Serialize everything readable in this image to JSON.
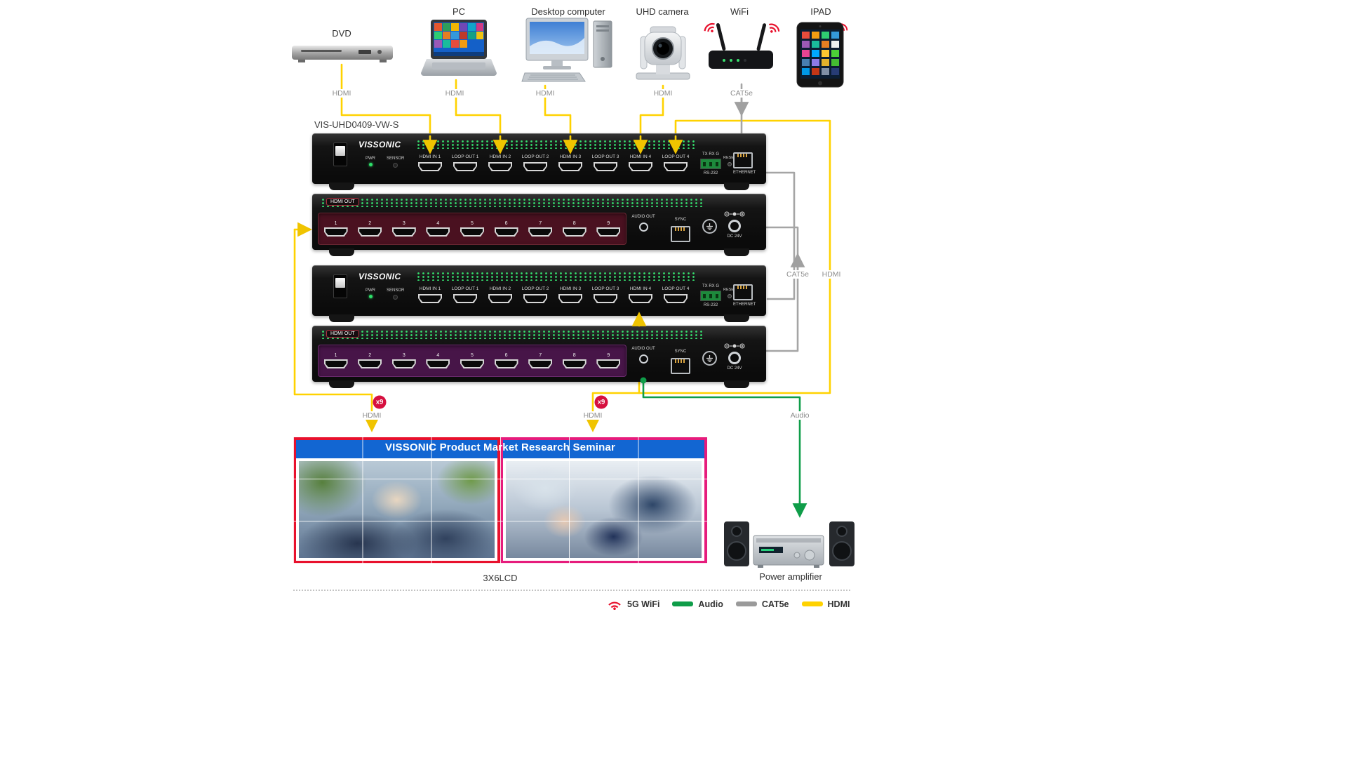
{
  "model_label": "VIS-UHD0409-VW-S",
  "sources": [
    {
      "name": "DVD",
      "cable": "HDMI"
    },
    {
      "name": "PC",
      "cable": "HDMI"
    },
    {
      "name": "Desktop computer",
      "cable": "HDMI"
    },
    {
      "name": "UHD camera",
      "cable": "HDMI"
    },
    {
      "name": "WiFi",
      "cable": "CAT5e"
    },
    {
      "name": "IPAD",
      "cable": ""
    }
  ],
  "front_panel": {
    "brand": "VISSONIC",
    "pwr": "PWR",
    "sensor": "SENSOR",
    "ports": [
      "HDMI IN 1",
      "LOOP OUT 1",
      "HDMI IN 2",
      "LOOP OUT 2",
      "HDMI IN 3",
      "LOOP OUT 3",
      "HDMI IN 4",
      "LOOP OUT 4"
    ],
    "serial_pins": "TX RX G",
    "serial": "RS-232",
    "reset": "RESET",
    "ethernet": "ETHERNET"
  },
  "rear_panel": {
    "section": "HDMI OUT",
    "ports": [
      "1",
      "2",
      "3",
      "4",
      "5",
      "6",
      "7",
      "8",
      "9"
    ],
    "audio": "AUDIO OUT",
    "sync": "SYNC",
    "dc": "DC 24V"
  },
  "cables": {
    "cat5e_link": "CAT5e",
    "hdmi_link": "HDMI",
    "hdmi_wall_left": "HDMI",
    "hdmi_wall_right": "HDMI",
    "audio_link": "Audio",
    "x9_left": "x9",
    "x9_right": "x9"
  },
  "video_wall": {
    "title": "VISSONIC  Product Market Research Seminar",
    "caption": "3X6LCD"
  },
  "amplifier": {
    "label": "Power amplifier"
  },
  "legend": {
    "items": [
      {
        "label": "5G WiFi",
        "color": "#e8112d"
      },
      {
        "label": "Audio",
        "color": "#0f9d49"
      },
      {
        "label": "CAT5e",
        "color": "#9a9a9a"
      },
      {
        "label": "HDMI",
        "color": "#ffd200"
      }
    ]
  },
  "colors": {
    "hdmi": "#ffd200",
    "cat5e": "#a5a5a5",
    "audio": "#0f9d49",
    "wifi": "#e8112d"
  }
}
